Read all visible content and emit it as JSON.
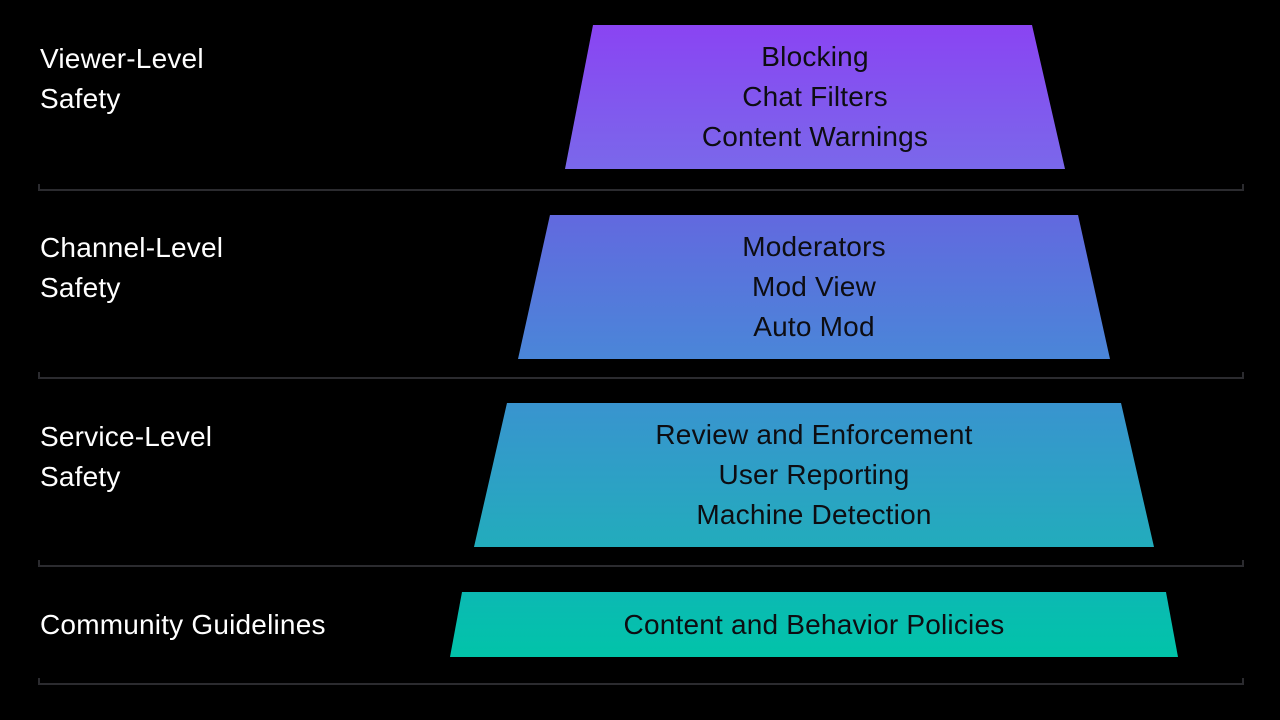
{
  "page": {
    "background_color": "#000000",
    "label_text_color": "#ffffff",
    "layer_text_color": "#0d0d12",
    "divider_color": "#2b2b2f"
  },
  "layers": [
    {
      "label": "Viewer-Level\nSafety",
      "items": "Blocking\nChat Filters\nContent Warnings",
      "color_top": "#8a44f3",
      "color_bottom": "#7a68ea"
    },
    {
      "label": "Channel-Level\nSafety",
      "items": "Moderators\nMod View\nAuto Mod",
      "color_top": "#6269df",
      "color_bottom": "#4a86d8"
    },
    {
      "label": "Service-Level\nSafety",
      "items": "Review and Enforcement\nUser Reporting\nMachine Detection",
      "color_top": "#3994cf",
      "color_bottom": "#22acbc"
    },
    {
      "label": "Community Guidelines",
      "items": "Content and Behavior Policies",
      "color_top": "#0cb9b3",
      "color_bottom": "#01c4a9"
    }
  ]
}
